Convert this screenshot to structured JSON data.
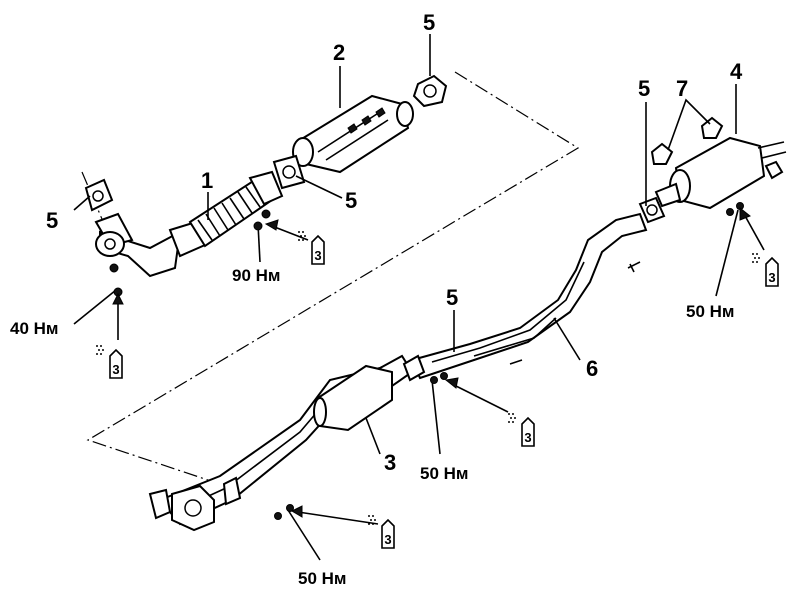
{
  "part_numbers": {
    "p1": "1",
    "p2": "2",
    "p3": "3",
    "p4": "4",
    "p5a": "5",
    "p5b": "5",
    "p5c": "5",
    "p5d": "5",
    "p5e": "5",
    "p6": "6",
    "p7": "7"
  },
  "torques": {
    "t40": "40 Нм",
    "t90": "90 Нм",
    "t50_right": "50 Нм",
    "t50_mid": "50 Нм",
    "t50_bottom": "50 Нм"
  },
  "symbol_char": "3"
}
